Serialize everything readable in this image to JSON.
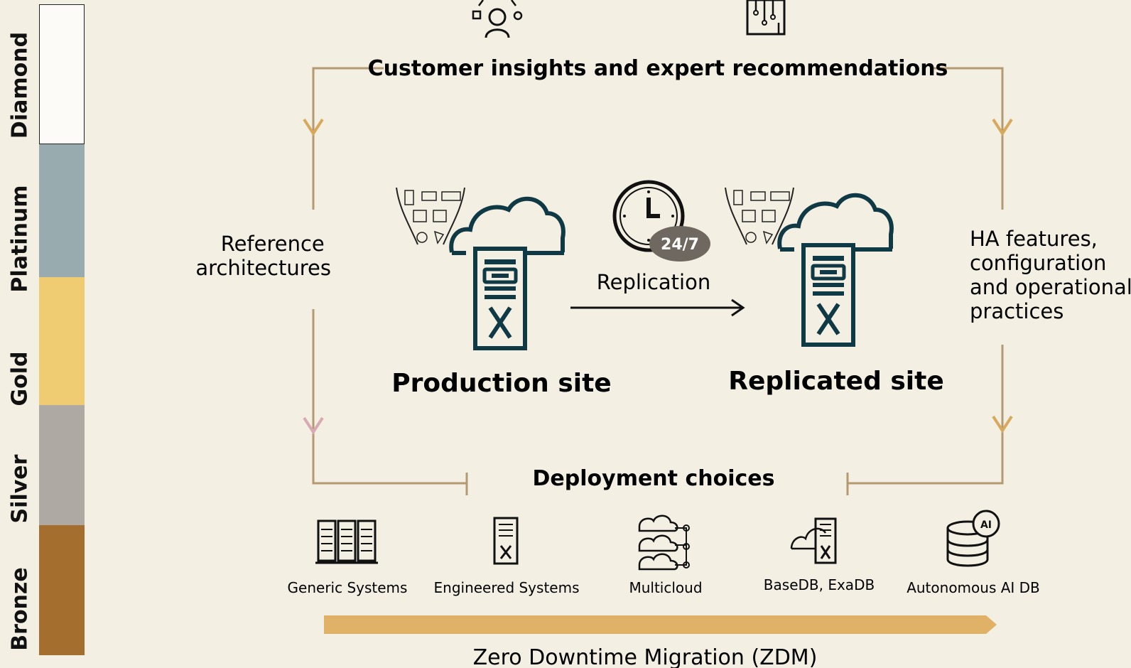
{
  "tiers": [
    {
      "label": "Diamond",
      "color": "#fcfbf8"
    },
    {
      "label": "Platinum",
      "color": "#98acb0"
    },
    {
      "label": "Gold",
      "color": "#efcb72"
    },
    {
      "label": "Silver",
      "color": "#aeaaa3"
    },
    {
      "label": "Bronze",
      "color": "#a46e2f"
    }
  ],
  "top_heading": "Customer insights and expert recommendations",
  "left_label": [
    "Reference",
    "architectures"
  ],
  "right_label": [
    "HA features,",
    "configuration",
    "and operational",
    "practices"
  ],
  "production_site": "Production site",
  "replicated_site": "Replicated site",
  "replication": {
    "label": "Replication",
    "badge": "24/7"
  },
  "deployment_heading": "Deployment choices",
  "deployment_options": [
    {
      "label": "Generic Systems",
      "icon": "server-racks-icon"
    },
    {
      "label": "Engineered Systems",
      "icon": "exadata-server-icon"
    },
    {
      "label": "Multicloud",
      "icon": "multicloud-icon"
    },
    {
      "label": "BaseDB, ExaDB",
      "icon": "cloud-exadata-icon"
    },
    {
      "label": "Autonomous AI DB",
      "icon": "autonomous-db-icon"
    }
  ],
  "zdm_label": "Zero Downtime Migration (ZDM)",
  "colors": {
    "background": "#f4efe3",
    "flow_line": "#b39a72",
    "arrow_tip": "#d8a95c",
    "arrow_tip_pink": "#d9a9b3",
    "zdm_bar": "#dfb267",
    "server_dark": "#0f3a45",
    "badge": "#6f6860"
  }
}
